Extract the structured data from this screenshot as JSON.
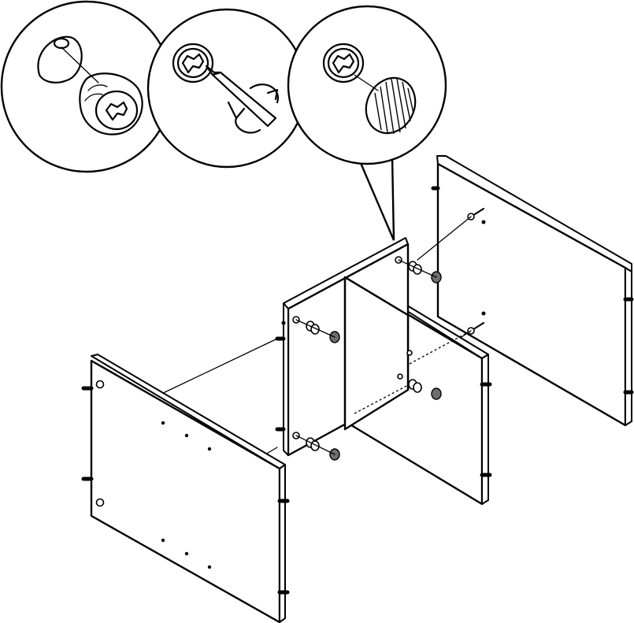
{
  "figure": {
    "kind": "furniture-assembly-step",
    "line_color": "#000000",
    "background_color": "#ffffff",
    "detail_callouts": [
      {
        "name": "cam-lock-insert-detail",
        "icon": "cam-lock-icon"
      },
      {
        "name": "screwdriver-rotate-detail",
        "icon": "screwdriver-icon"
      },
      {
        "name": "cover-cap-detail",
        "icon": "cover-cap-icon"
      }
    ],
    "panels": [
      {
        "name": "left-side-panel"
      },
      {
        "name": "middle-divider-panel"
      },
      {
        "name": "center-shelf-panel"
      },
      {
        "name": "right-back-panel"
      }
    ],
    "hardware": [
      "cam-lock",
      "cam-bolt",
      "wooden-dowel",
      "cover-cap"
    ]
  }
}
